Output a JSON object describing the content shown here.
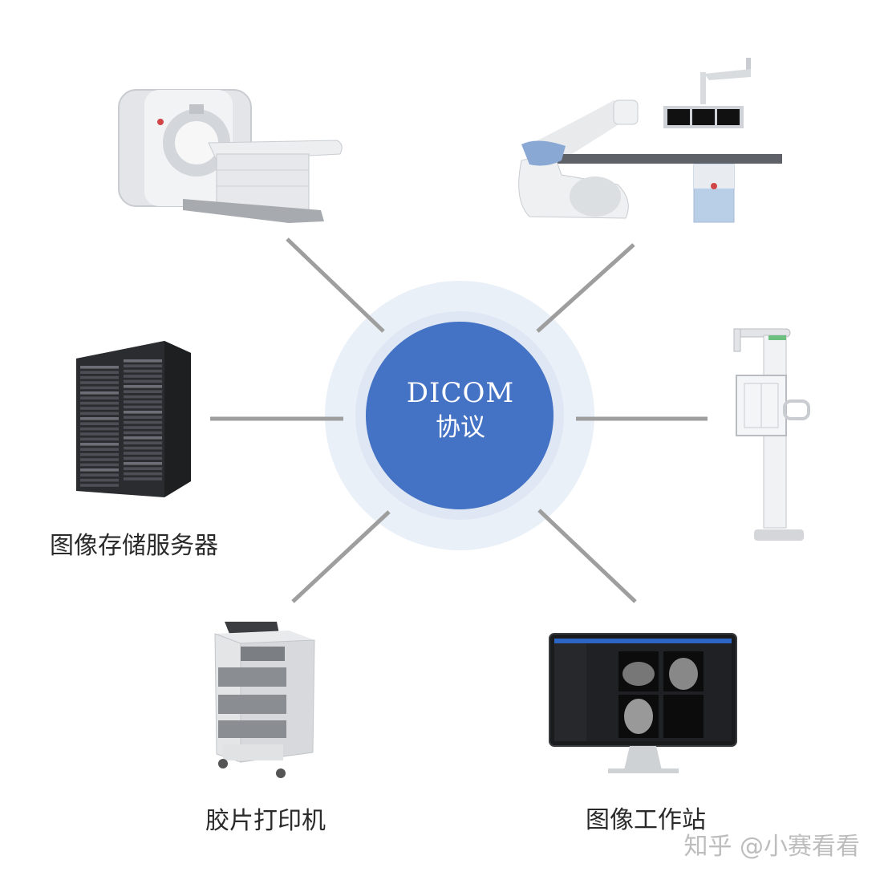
{
  "center": {
    "title": "DICOM",
    "subtitle": "协议",
    "color": "#4472c4",
    "halo_color": "#e4ebf6",
    "halo_inner_color": "#d2def0"
  },
  "nodes": [
    {
      "id": "ct",
      "icon": "ct-scanner-icon",
      "label": ""
    },
    {
      "id": "dsa",
      "icon": "angiography-system-icon",
      "label": ""
    },
    {
      "id": "dr",
      "icon": "digital-radiography-icon",
      "label": ""
    },
    {
      "id": "server",
      "icon": "server-rack-icon",
      "label": "图像存储服务器"
    },
    {
      "id": "printer",
      "icon": "film-printer-icon",
      "label": "胶片打印机"
    },
    {
      "id": "workstation",
      "icon": "workstation-monitor-icon",
      "label": "图像工作站"
    }
  ],
  "connector_color": "#9e9e9e",
  "watermark": "知乎 @小赛看看"
}
